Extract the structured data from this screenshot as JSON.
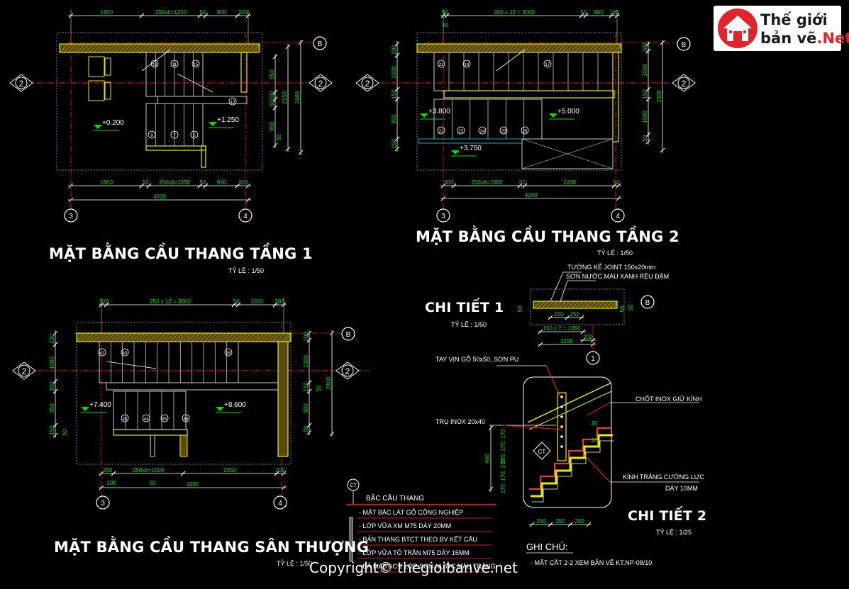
{
  "logo": {
    "line1": "Thế giới",
    "line2": "bản vẽ",
    "line2_suffix": ".Net"
  },
  "plans": {
    "floor1": {
      "title": "MẶT BẰNG CẦU THANG TẦNG 1",
      "scale": "TỶ LỆ : 1/50",
      "dims_top": [
        "1850",
        "250x6=1250",
        "50",
        "950",
        "100"
      ],
      "dims_bottom": [
        "1800",
        "50",
        "250x6=1250",
        "50",
        "950",
        "100"
      ],
      "dim_total": "4200",
      "dims_right": [
        "950",
        "100",
        "50",
        "950"
      ],
      "dim_right_inner": "50",
      "dims_right_total": [
        "2150",
        "2480"
      ],
      "levels": [
        "+0.200",
        "+1.250"
      ],
      "steps": [
        "13",
        "11",
        "15",
        "9",
        "7",
        "5",
        "17"
      ],
      "grid": {
        "left": "2",
        "right": "2",
        "top": "B",
        "bl": "3",
        "br": "4"
      }
    },
    "floor2": {
      "title": "MẶT BẰNG CẦU THANG TẦNG 2",
      "scale": "TỶ LỆ : 1/50",
      "dims_top": [
        "50",
        "260 x 12 = 3000",
        "50",
        "900",
        "100"
      ],
      "dim_top_sub": "50",
      "dims_bottom": [
        "300",
        "250x6=1500",
        "50",
        "2200",
        "50"
      ],
      "dim_total": "4200",
      "dims_left": [
        "200",
        "1000",
        "150",
        "950",
        "150"
      ],
      "dims_right": [
        "100",
        "1000",
        "150",
        "1000",
        "50"
      ],
      "dims_right_total": "2300",
      "levels": [
        "+3.800",
        "+5.000",
        "+3.750"
      ],
      "steps": [
        "21",
        "19",
        "17",
        "23",
        "22",
        "24",
        "25",
        "26"
      ],
      "grid": {
        "left": "2",
        "right": "2",
        "top": "B",
        "bl": "3",
        "br": "4"
      }
    },
    "roof": {
      "title": "MẶT BẰNG CẦU THANG SÂN THƯỢNG",
      "scale": "TỶ LỆ : 1/50",
      "dims_top": [
        "100",
        "250 x 12 = 3000",
        "50",
        "1050",
        "200"
      ],
      "dims_bottom": [
        "250",
        "250x6=1500",
        "2350",
        "200"
      ],
      "dims_bottom_sub": [
        "100",
        "50"
      ],
      "dim_total": "4200",
      "dims_left": [
        "200",
        "1000",
        "150",
        "950",
        "150"
      ],
      "dims_right": [
        "100",
        "1000",
        "150",
        "900",
        "50"
      ],
      "dims_right_total": "2800",
      "dims_right_inner": [
        "50",
        "50"
      ],
      "levels": [
        "+7.400",
        "+8.600"
      ],
      "steps": [
        "42",
        "40",
        "38",
        "43",
        "44",
        "45",
        "46"
      ],
      "grid": {
        "left": "2",
        "right": "2",
        "top": "B",
        "bl": "3",
        "br": "4"
      }
    }
  },
  "detail1": {
    "title": "CHI TIẾT 1",
    "scale": "TỶ LỆ : 1/50",
    "note1": "TƯỜNG KẺ JOINT 150x20mm",
    "note2": "SƠN NƯỚC MÀU XANH RÊU ĐẬM",
    "dims": [
      "150",
      "150",
      "150 x 7 = 1050",
      "200",
      "1250"
    ],
    "dims_left": [
      "50"
    ],
    "dims_right": [
      "50",
      "50"
    ],
    "grid_b": "B",
    "grid_1": "1"
  },
  "detail2": {
    "title": "CHI TIẾT 2",
    "scale": "TỶ LỆ : 1/25",
    "labels": [
      "TAY VỊN GỖ 50x50, SƠN PU",
      "CHỐT INOX GIỮ KÍNH",
      "TRỤ INOX 20x40",
      "KÍNH TRẮNG CƯỜNG LỰC",
      "DÀY 10MM"
    ],
    "tag": "CT",
    "dims_bottom": [
      "250",
      "250",
      "250"
    ],
    "dims_left": [
      "900",
      "170, 170, 170",
      "170, 170, 170"
    ],
    "marks": [
      "20",
      "20"
    ]
  },
  "legend": {
    "tag": "CT",
    "heading": "BẬC CẦU THANG",
    "items": [
      "- MẶT BẬC LÁT GỖ CÔNG NGHIỆP",
      "- LỚP VỮA XM M75 DÀY 20MM",
      "- BẢN THANG BTCT THEO BV KẾT CẤU",
      "- LỚP VỮA TÔ TRẦN M75 DÀY 15MM",
      "- BẢ MASTIC 2 LỚP SƠN NƯỚC MÀU TRẮNG"
    ]
  },
  "note": {
    "heading": "GHI CHÚ:",
    "text": "- MẶT CẮT 2-2 XEM BẢN VẼ KT.NP-08/10"
  },
  "copyright": "Copyright© thegioibanve.net",
  "colors": {
    "wall": "#e8e800",
    "axis": "#ff2020",
    "dim": "#00e000",
    "step": "#c8c8c8",
    "level": "#00e000",
    "box": "#7a7a90"
  }
}
